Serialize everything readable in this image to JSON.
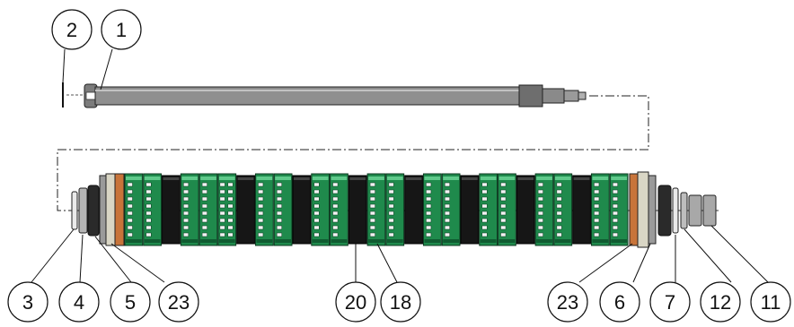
{
  "callouts": {
    "c1": "1",
    "c2": "2",
    "c3": "3",
    "c4": "4",
    "c5": "5",
    "c23a": "23",
    "c20": "20",
    "c18": "18",
    "c23b": "23",
    "c6": "6",
    "c7": "7",
    "c12": "12",
    "c11": "11"
  },
  "stack_sequence": [
    "G",
    "G",
    "B",
    "G",
    "G",
    "W",
    "B",
    "G",
    "G",
    "B",
    "G",
    "G",
    "B",
    "G",
    "G",
    "B",
    "G",
    "G",
    "B",
    "G",
    "G",
    "B",
    "G",
    "G",
    "B",
    "G",
    "G"
  ],
  "colors": {
    "shaft": "#8f8f8f",
    "green": "#1f8a4c",
    "black": "#161616",
    "orange": "#c8743a",
    "gray": "#9a9a9a",
    "cream": "#d9d6c5"
  }
}
